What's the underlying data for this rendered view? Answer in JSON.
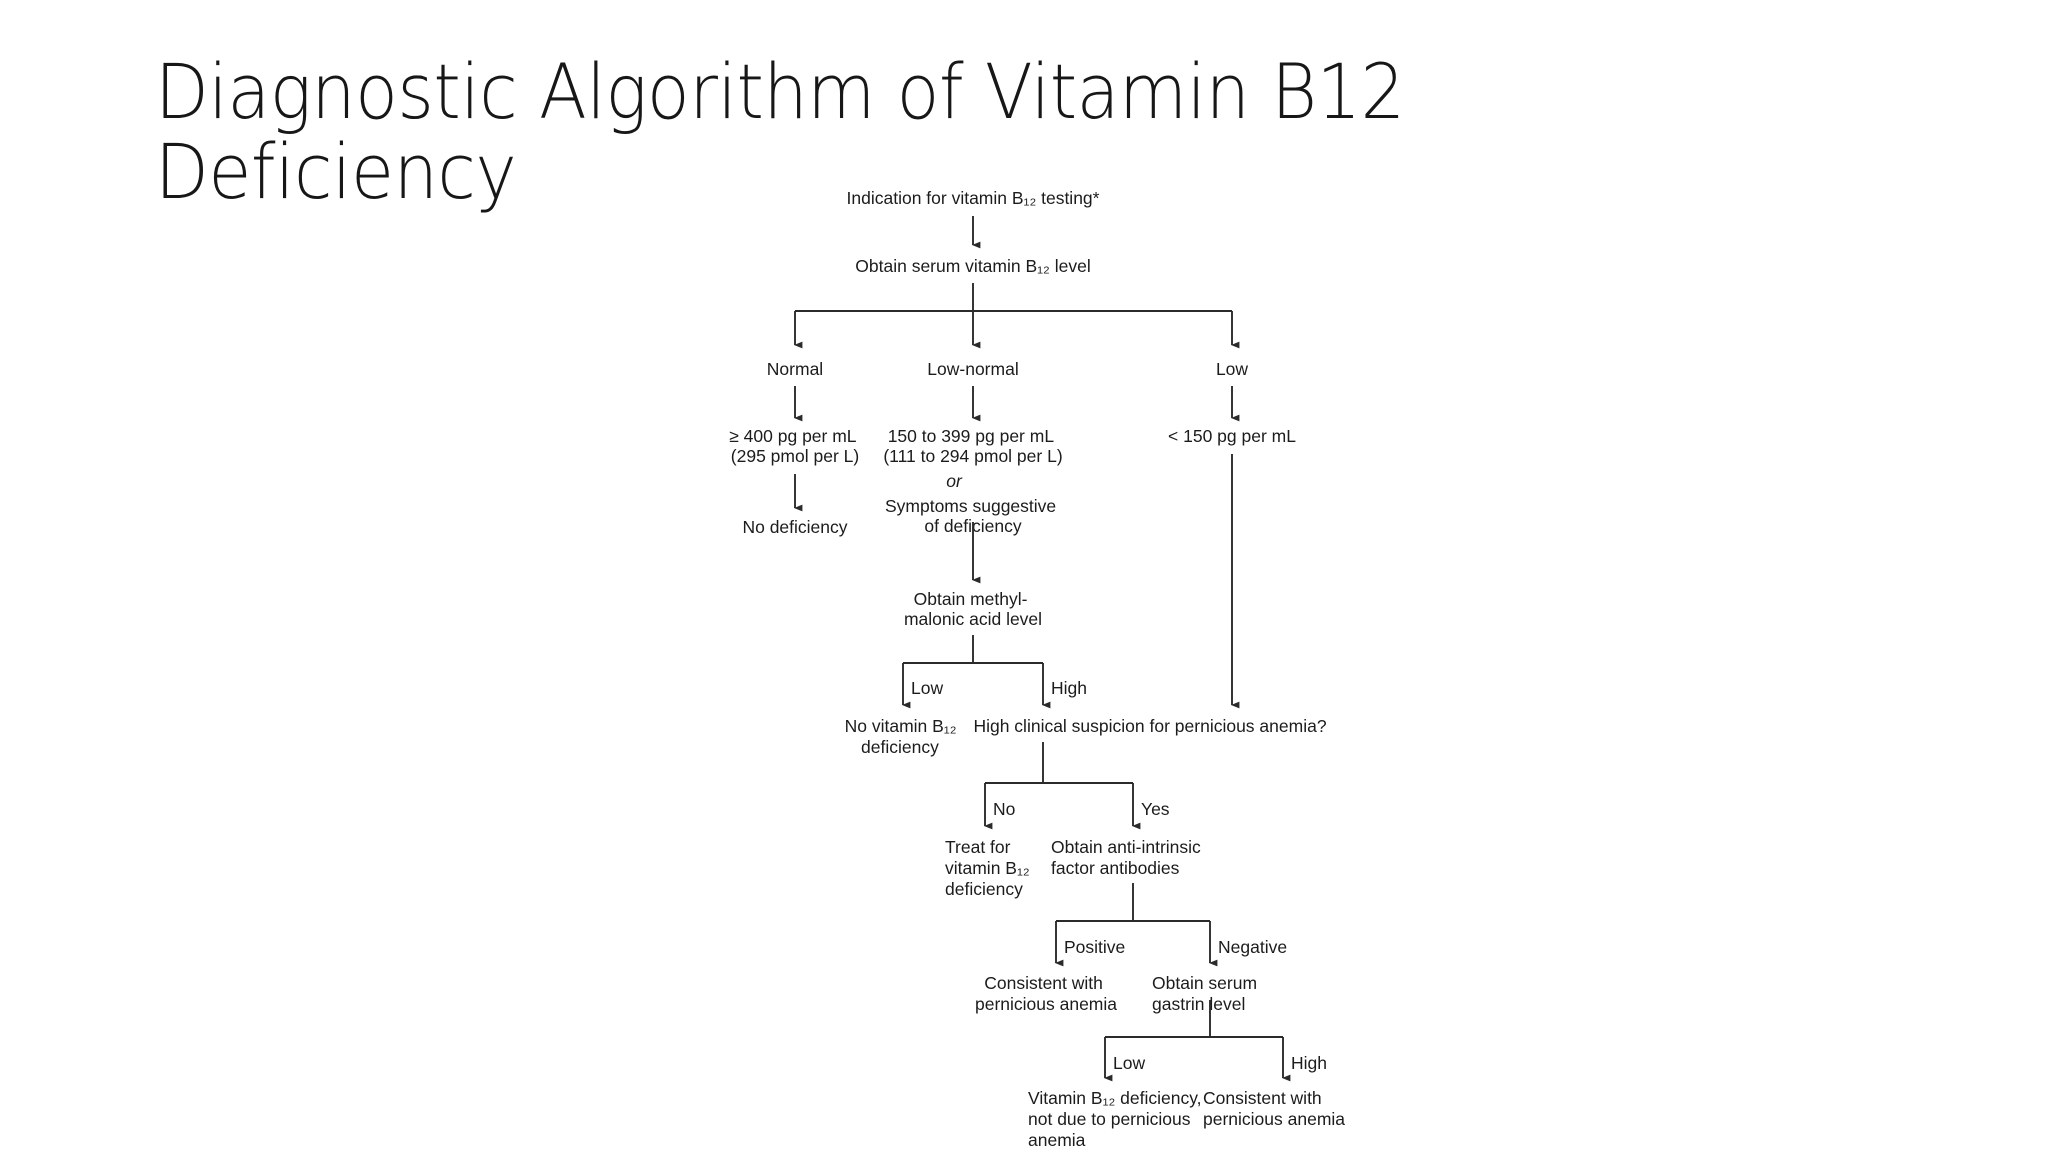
{
  "slide": {
    "title": "Diagnostic Algorithm of Vitamin B12\nDeficiency",
    "background_color": "#ffffff",
    "title_color": "#171717"
  },
  "flowchart": {
    "type": "decision-tree",
    "line_color": "#2b2b2b",
    "text_color": "#1c1c1c",
    "nodes": {
      "start": "Indication for vitamin B₁₂ testing*",
      "obtain_serum": "Obtain serum vitamin B₁₂ level",
      "normal": "Normal",
      "low_normal": "Low-normal",
      "low": "Low",
      "normal_value_l1": "≥ 400 pg per mL",
      "normal_value_l2": "(295 pmol per L)",
      "low_normal_value_l1": "150 to 399 pg per mL",
      "low_normal_value_l2": "(111 to 294 pmol per L)",
      "or": "or",
      "symptoms_l1": "Symptoms suggestive",
      "symptoms_l2": "of deficiency",
      "low_value": "< 150 pg per mL",
      "no_deficiency": "No deficiency",
      "obtain_mma_l1": "Obtain methyl-",
      "obtain_mma_l2": "malonic acid level",
      "mma_low": "Low",
      "mma_high": "High",
      "no_b12_def_l1": "No vitamin B₁₂",
      "no_b12_def_l2": "deficiency",
      "high_suspicion": "High clinical suspicion for pernicious anemia?",
      "suspicion_no": "No",
      "suspicion_yes": "Yes",
      "treat_l1": "Treat for",
      "treat_l2": "vitamin B₁₂",
      "treat_l3": "deficiency",
      "obtain_aif_l1": "Obtain anti-intrinsic",
      "obtain_aif_l2": "factor antibodies",
      "aif_positive": "Positive",
      "aif_negative": "Negative",
      "consistent_pa_l1": "Consistent with",
      "consistent_pa_l2": "pernicious anemia",
      "obtain_gastrin_l1": "Obtain serum",
      "obtain_gastrin_l2": "gastrin level",
      "gastrin_low": "Low",
      "gastrin_high": "High",
      "b12_not_pa_l1": "Vitamin B₁₂ deficiency,",
      "b12_not_pa_l2": "not due to pernicious",
      "b12_not_pa_l3": "anemia",
      "consistent_pa2_l1": "Consistent with",
      "consistent_pa2_l2": "pernicious anemia"
    }
  }
}
